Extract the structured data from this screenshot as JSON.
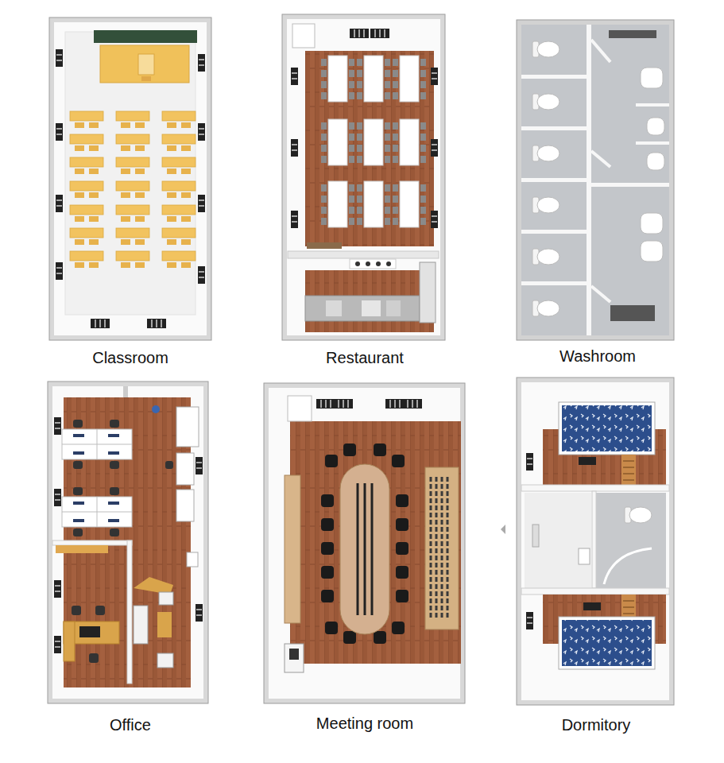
{
  "diagram": {
    "labels": [
      "Classroom",
      "Restaurant",
      "Washroom",
      "Office",
      "Meeting room",
      "Dormitory"
    ]
  }
}
